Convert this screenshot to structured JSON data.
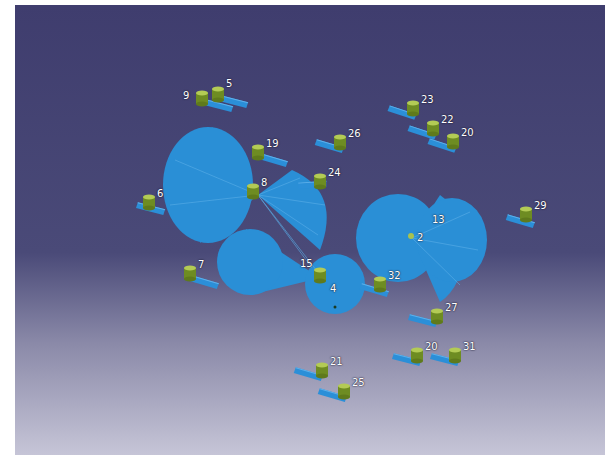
{
  "diagram": {
    "labels": [
      "9",
      "5",
      "23",
      "22",
      "20",
      "26",
      "19",
      "24",
      "8",
      "6",
      "13",
      "2",
      "29",
      "7",
      "15",
      "4",
      "32",
      "27",
      "20",
      "31",
      "21",
      "25"
    ]
  }
}
